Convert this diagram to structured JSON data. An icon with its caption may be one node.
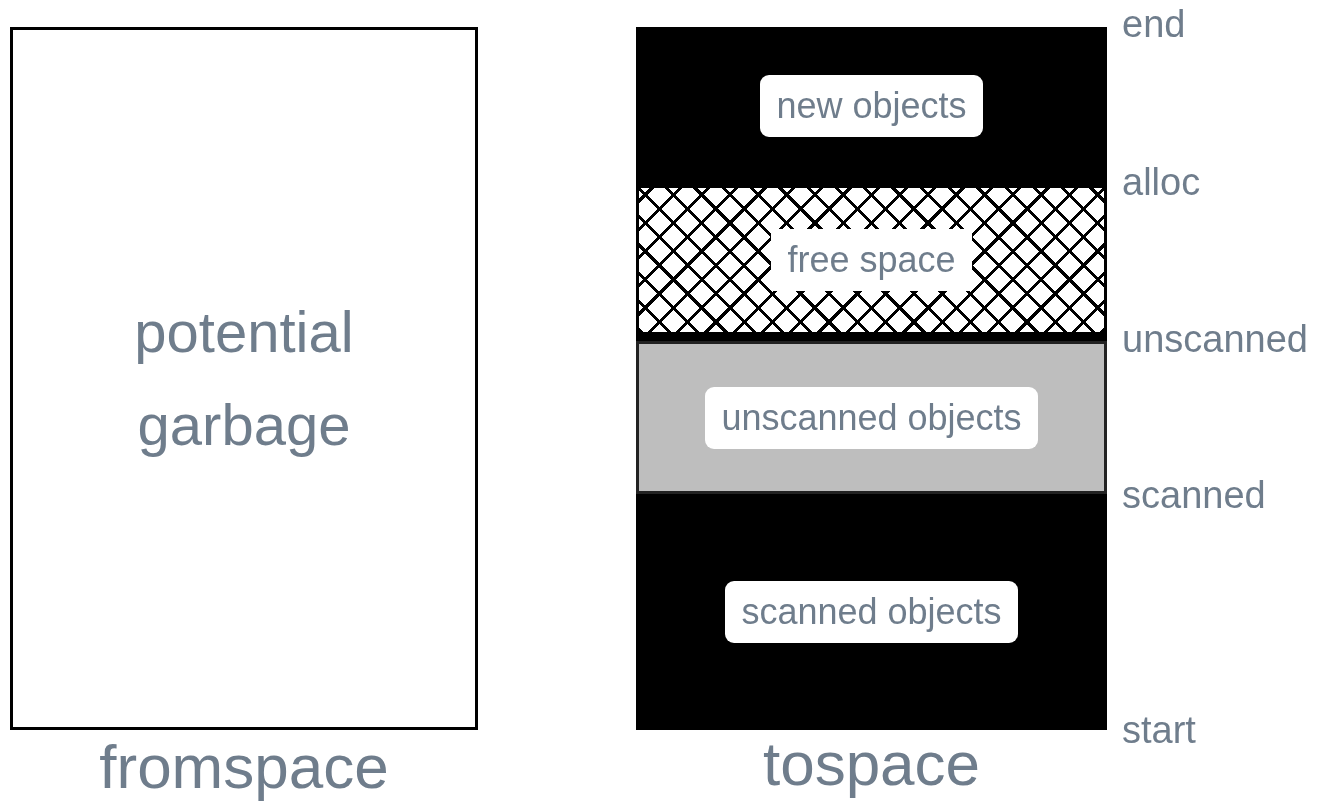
{
  "diagram": {
    "nodes": [
      {
        "text": [
          "potential garbage"
        ],
        "beside": [
          "fromspace"
        ]
      },
      {
        "text": [],
        "shape": "box",
        "beside": [
          "tospace"
        ]
      },
      {
        "text": [
          "new objects"
        ],
        "in": 1
      },
      {
        "text": [
          "free space"
        ],
        "in": 1
      },
      {
        "text": [
          "unscanned objects"
        ],
        "in": 1
      },
      {
        "text": [
          "scanned objects"
        ],
        "in": 1
      }
    ],
    "labels": [
      "end",
      "alloc",
      "unscanned",
      "scanned",
      "start"
    ]
  }
}
